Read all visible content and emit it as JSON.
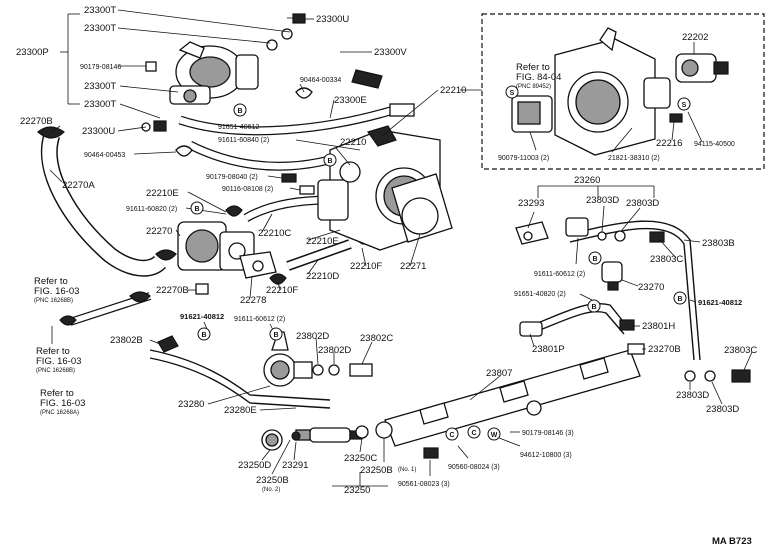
{
  "labels": {
    "p23300T_1": "23300T",
    "p23300T_2": "23300T",
    "p23300U_top": "23300U",
    "p23300P": "23300P",
    "p90179_08146_a": "90179-08146",
    "p23300V": "23300V",
    "p90464_00334": "90464-00334",
    "p23300T_3": "23300T",
    "p23300T_4": "23300T",
    "p23300E": "23300E",
    "p22270B_top": "22270B",
    "p23300U_left": "23300U",
    "p91651_40612_a": "91651-40612",
    "p90464_00453": "90464-00453",
    "p91611_60840": "91611-60840 (2)",
    "p22210_mid": "22210",
    "p22210_right": "22210",
    "p22270A": "22270A",
    "p90179_08040": "90179-08040 (2)",
    "p90116_08108": "90116-08108 (2)",
    "p22210E_1": "22210E",
    "p91611_60820": "91611-60820 (2)",
    "p22270": "22270",
    "p22210C": "22210C",
    "p22210E_2": "22210E",
    "p22210D": "22210D",
    "p22210F_1": "22210F",
    "p22271": "22271",
    "p22270B_low": "22270B",
    "p22278": "22278",
    "p22210F_2": "22210F",
    "p22202": "22202",
    "p22216": "22216",
    "p94115_40500": "94115-40500",
    "p90079_11003": "90079-11003 (2)",
    "p21821_38310": "21821-38310 (2)",
    "p23260": "23260",
    "p23293": "23293",
    "p23803D_1": "23803D",
    "p23803D_2": "23803D",
    "p23803B": "23803B",
    "p91611_60612_a": "91611-60612 (2)",
    "p23803C_1": "23803C",
    "p23270": "23270",
    "p91651_40820": "91651-40820 (2)",
    "p91621_40812_a": "91621-40812",
    "p91621_40812_b": "91621-40812",
    "p91611_60612_b": "91611-60612 (2)",
    "p23802D_1": "23802D",
    "p23802D_2": "23802D",
    "p23802C": "23802C",
    "p23801P": "23801P",
    "p23801H": "23801H",
    "p23270B": "23270B",
    "p23802B": "23802B",
    "p23807": "23807",
    "p23803C_2": "23803C",
    "p23803D_3": "23803D",
    "p23803D_4": "23803D",
    "p23280": "23280",
    "p23280E": "23280E",
    "p90179_08146_b": "90179-08146 (3)",
    "p23250D": "23250D",
    "p23291": "23291",
    "p23250C": "23250C",
    "p23250B_a": "23250B",
    "p23250B_b": "23250B",
    "p23250B_b_sub": "(No. 2)",
    "p23250B_a_sub": "(No. 1)",
    "p23250": "23250",
    "p90560_08024": "90560-08024 (3)",
    "p94612_10800": "94612-10800 (3)",
    "p90561_08023": "90561-08023 (3)"
  },
  "refs": {
    "r1_line1": "Refer to",
    "r1_line2": "FIG. 84-04",
    "r1_line3": "(PNC 89452)",
    "r2_line1": "Refer to",
    "r2_line2": "FIG. 16-03",
    "r2_line3": "(PNC 16268B)",
    "r3_line1": "Refer to",
    "r3_line2": "FIG. 16-03",
    "r3_line3": "(PNC 16268B)",
    "r4_line1": "Refer to",
    "r4_line2": "FIG. 16-03",
    "r4_line3": "(PNC 16268A)"
  },
  "symbols": {
    "b": "B",
    "s": "S",
    "c": "C",
    "w": "W"
  },
  "footer": {
    "code": "MA  B723"
  }
}
